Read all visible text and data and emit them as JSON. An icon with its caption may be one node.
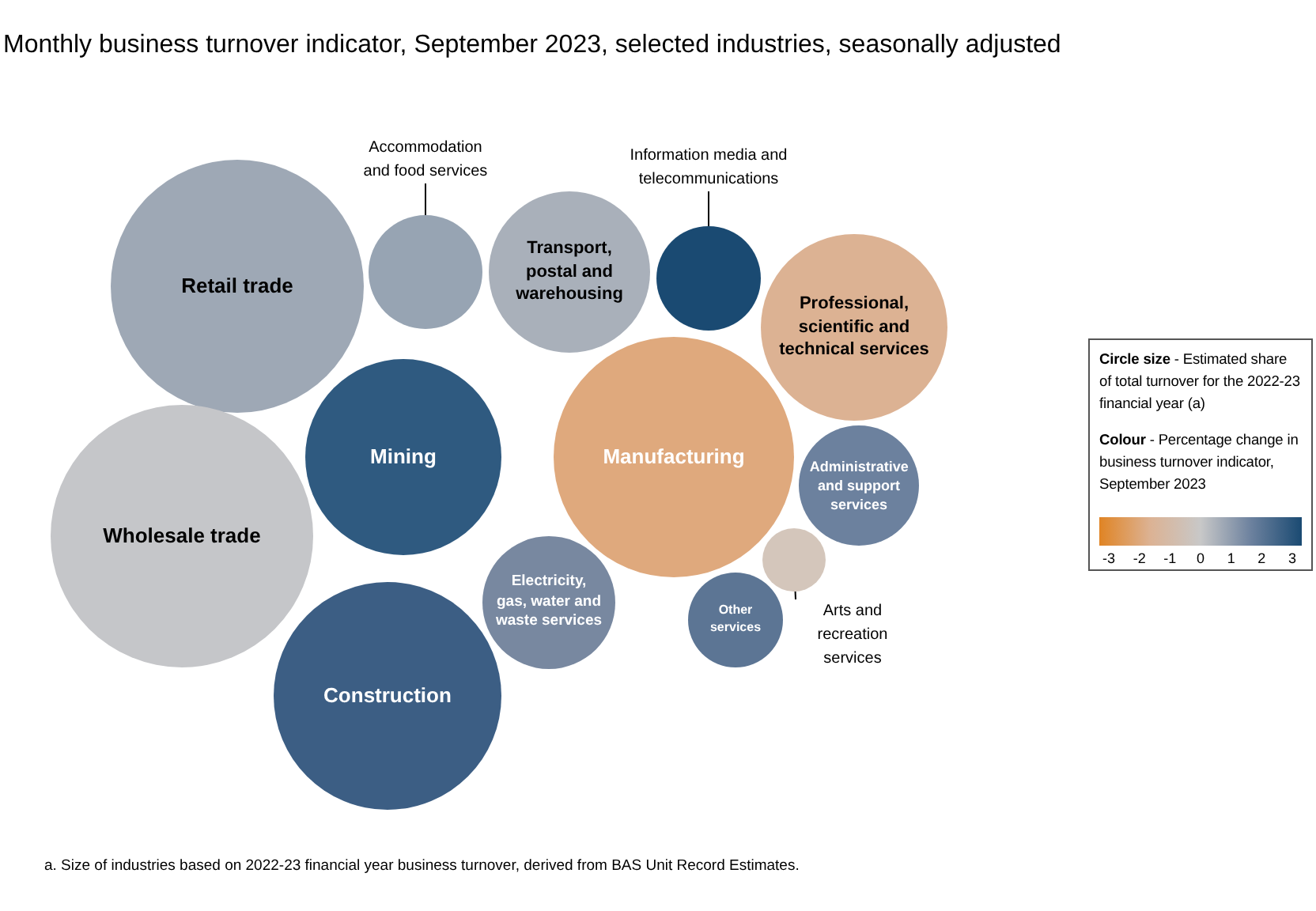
{
  "diagram": {
    "title": "Monthly business turnover indicator, September 2023, selected industries, seasonally adjusted",
    "caption": "a. Size of industries based on 2022-23 financial year business turnover, derived from BAS Unit Record Estimates.",
    "nodes": [
      {
        "text": [
          "Retail trade"
        ]
      },
      {
        "text": [
          "Accommodation and food services"
        ]
      },
      {
        "text": [],
        "shape": "circle"
      },
      {
        "text": [
          "Transport, postal and warehousing"
        ]
      },
      {
        "text": [
          "Information media and telecommunications"
        ]
      },
      {
        "text": [],
        "shape": "circle"
      },
      {
        "text": [
          "Professional, scientific and technical services"
        ]
      },
      {
        "text": [
          "Mining"
        ]
      },
      {
        "text": [
          "Manufacturing"
        ]
      },
      {
        "text": [
          "Administrative and support services"
        ]
      },
      {
        "text": [
          "Wholesale trade"
        ]
      },
      {
        "text": [
          "Electricity, gas, water and waste services"
        ]
      },
      {
        "text": [],
        "shape": "circle"
      },
      {
        "text": [
          "Arts and recreation services"
        ]
      },
      {
        "text": [
          "Other services"
        ]
      },
      {
        "text": [
          "Construction"
        ]
      }
    ],
    "edges": [
      {
        "from": 1,
        "to": 2,
        "arrow": "none"
      },
      {
        "from": 4,
        "to": 5,
        "arrow": "none"
      },
      {
        "from": 13,
        "to": 12,
        "arrow": "none"
      }
    ],
    "labels": [
      "-3",
      "-2",
      "-1",
      "0",
      "1",
      "2",
      "3"
    ],
    "legend": [
      {
        "text": "**Circle size** - Estimated share of total turnover for the 2022-23 financial year (a)"
      },
      {
        "text": "**Colour** - Percentage change in business turnover indicator, September 2023"
      }
    ]
  }
}
